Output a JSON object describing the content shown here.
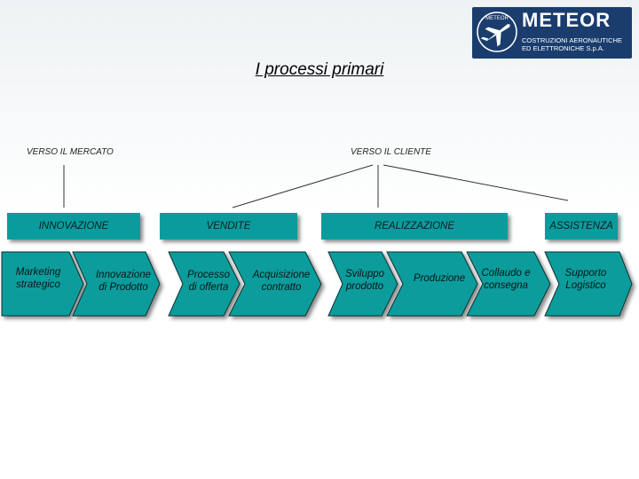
{
  "logo": {
    "name": "METEOR",
    "line1": "COSTRUZIONI AERONAUTICHE",
    "line2": "ED ELETTRONICHE S.p.A.",
    "emblem_text": "METEOR",
    "icon": "airplane-icon"
  },
  "title": "I processi primari",
  "categories": {
    "market": "VERSO IL MERCATO",
    "client": "VERSO IL CLIENTE"
  },
  "phases": [
    "INNOVAZIONE",
    "VENDITE",
    "REALIZZAZIONE",
    "ASSISTENZA"
  ],
  "steps": [
    {
      "line1": "Marketing",
      "line2": "strategico"
    },
    {
      "line1": "Innovazione",
      "line2": "di Prodotto"
    },
    {
      "line1": "Processo",
      "line2": "di offerta"
    },
    {
      "line1": "Acquisizione",
      "line2": "contratto"
    },
    {
      "line1": "Sviluppo",
      "line2": "prodotto"
    },
    {
      "line1": "Produzione",
      "line2": ""
    },
    {
      "line1": "Collaudo e",
      "line2": "consegna"
    },
    {
      "line1": "Supporto",
      "line2": "Logistico"
    }
  ],
  "colors": {
    "fill": "#0a9c9c",
    "logo_bg": "#1a3d6e"
  }
}
